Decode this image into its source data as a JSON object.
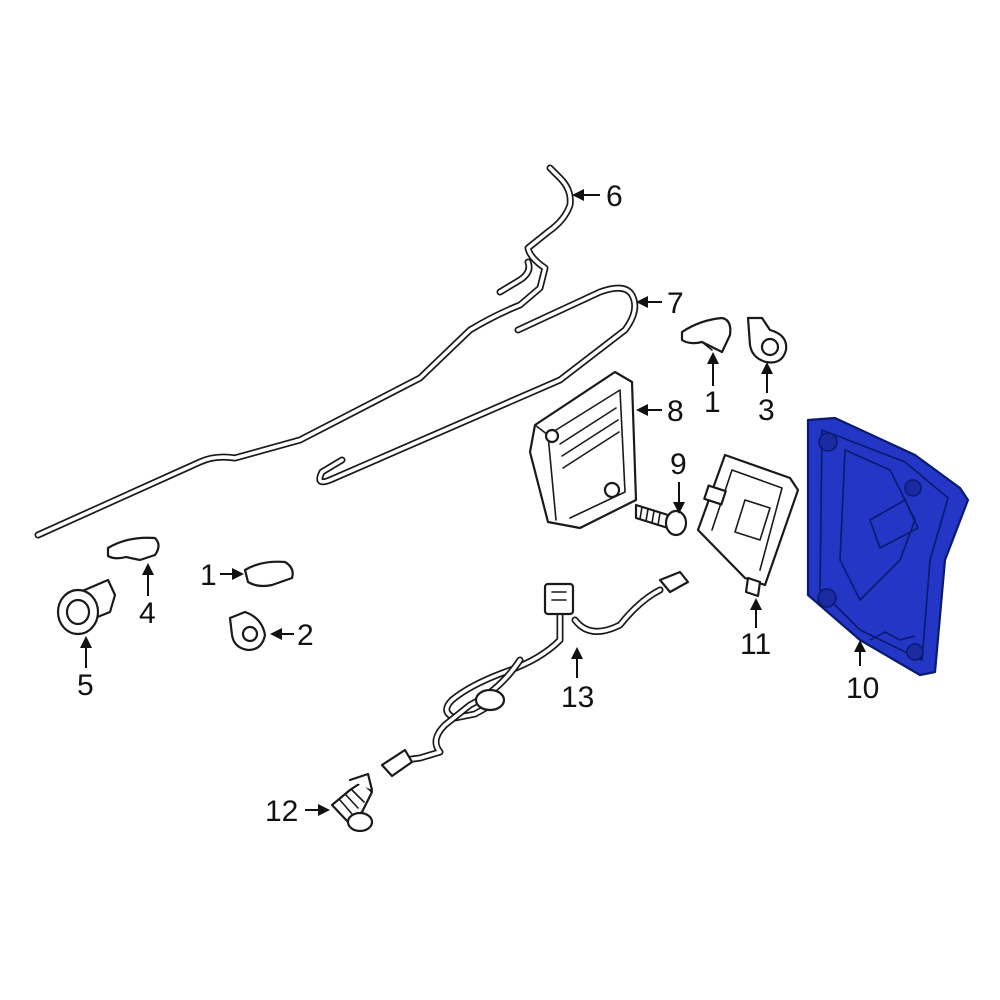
{
  "highlight_color": "#2336c6",
  "callouts": {
    "c1a": "1",
    "c1b": "1",
    "c2": "2",
    "c3": "3",
    "c4": "4",
    "c5": "5",
    "c6": "6",
    "c7": "7",
    "c8": "8",
    "c9": "9",
    "c10": "10",
    "c11": "11",
    "c12": "12",
    "c13": "13"
  }
}
